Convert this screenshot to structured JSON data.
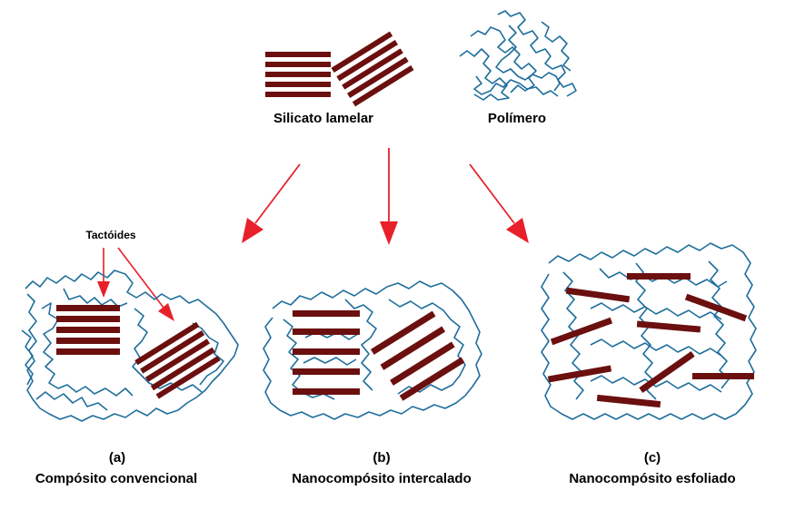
{
  "labels": {
    "silicate": "Silicato lamelar",
    "polymer": "Polímero",
    "tactoids": "Tactóides"
  },
  "panels": [
    {
      "tag": "(a)",
      "caption": "Compósito convencional"
    },
    {
      "tag": "(b)",
      "caption": "Nanocompósito intercalado"
    },
    {
      "tag": "(c)",
      "caption": "Nanocompósito esfoliado"
    }
  ],
  "colors": {
    "silicate": "#6b0f0f",
    "polymer": "#1f6e9c",
    "arrow": "#e8202a",
    "text": "#000000"
  }
}
